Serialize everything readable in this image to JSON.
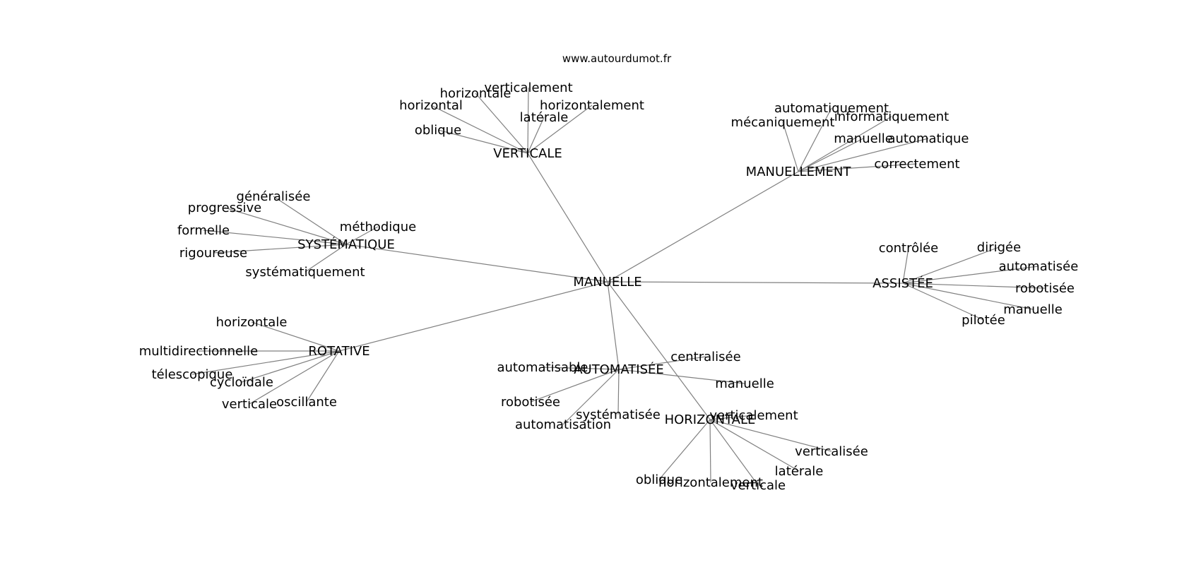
{
  "source": "www.autourdumot.fr",
  "center": "MANUELLE",
  "colors": {
    "edge": "#808080",
    "text": "#000000",
    "background": "#ffffff"
  },
  "clusters": [
    {
      "hub": "VERTICALE",
      "leaves": [
        "horizontale",
        "verticalement",
        "horizontal",
        "horizontalement",
        "latérale",
        "oblique"
      ]
    },
    {
      "hub": "MANUELLEMENT",
      "leaves": [
        "automatiquement",
        "informatiquement",
        "mécaniquement",
        "manuelle",
        "automatique",
        "correctement"
      ]
    },
    {
      "hub": "SYSTÉMATIQUE",
      "leaves": [
        "généralisée",
        "progressive",
        "méthodique",
        "formelle",
        "rigoureuse",
        "systématiquement"
      ]
    },
    {
      "hub": "ASSISTÉE",
      "leaves": [
        "contrôlée",
        "dirigée",
        "automatisée",
        "robotisée",
        "manuelle",
        "pilotée"
      ]
    },
    {
      "hub": "ROTATIVE",
      "leaves": [
        "horizontale",
        "multidirectionnelle",
        "télescopique",
        "cycloïdale",
        "verticale",
        "oscillante"
      ]
    },
    {
      "hub": "AUTOMATISÉE",
      "leaves": [
        "automatisable",
        "centralisée",
        "manuelle",
        "robotisée",
        "systématisée",
        "automatisation"
      ]
    },
    {
      "hub": "HORIZONTALE",
      "leaves": [
        "verticalement",
        "verticalisée",
        "latérale",
        "oblique",
        "horizontalement",
        "verticale"
      ]
    }
  ]
}
